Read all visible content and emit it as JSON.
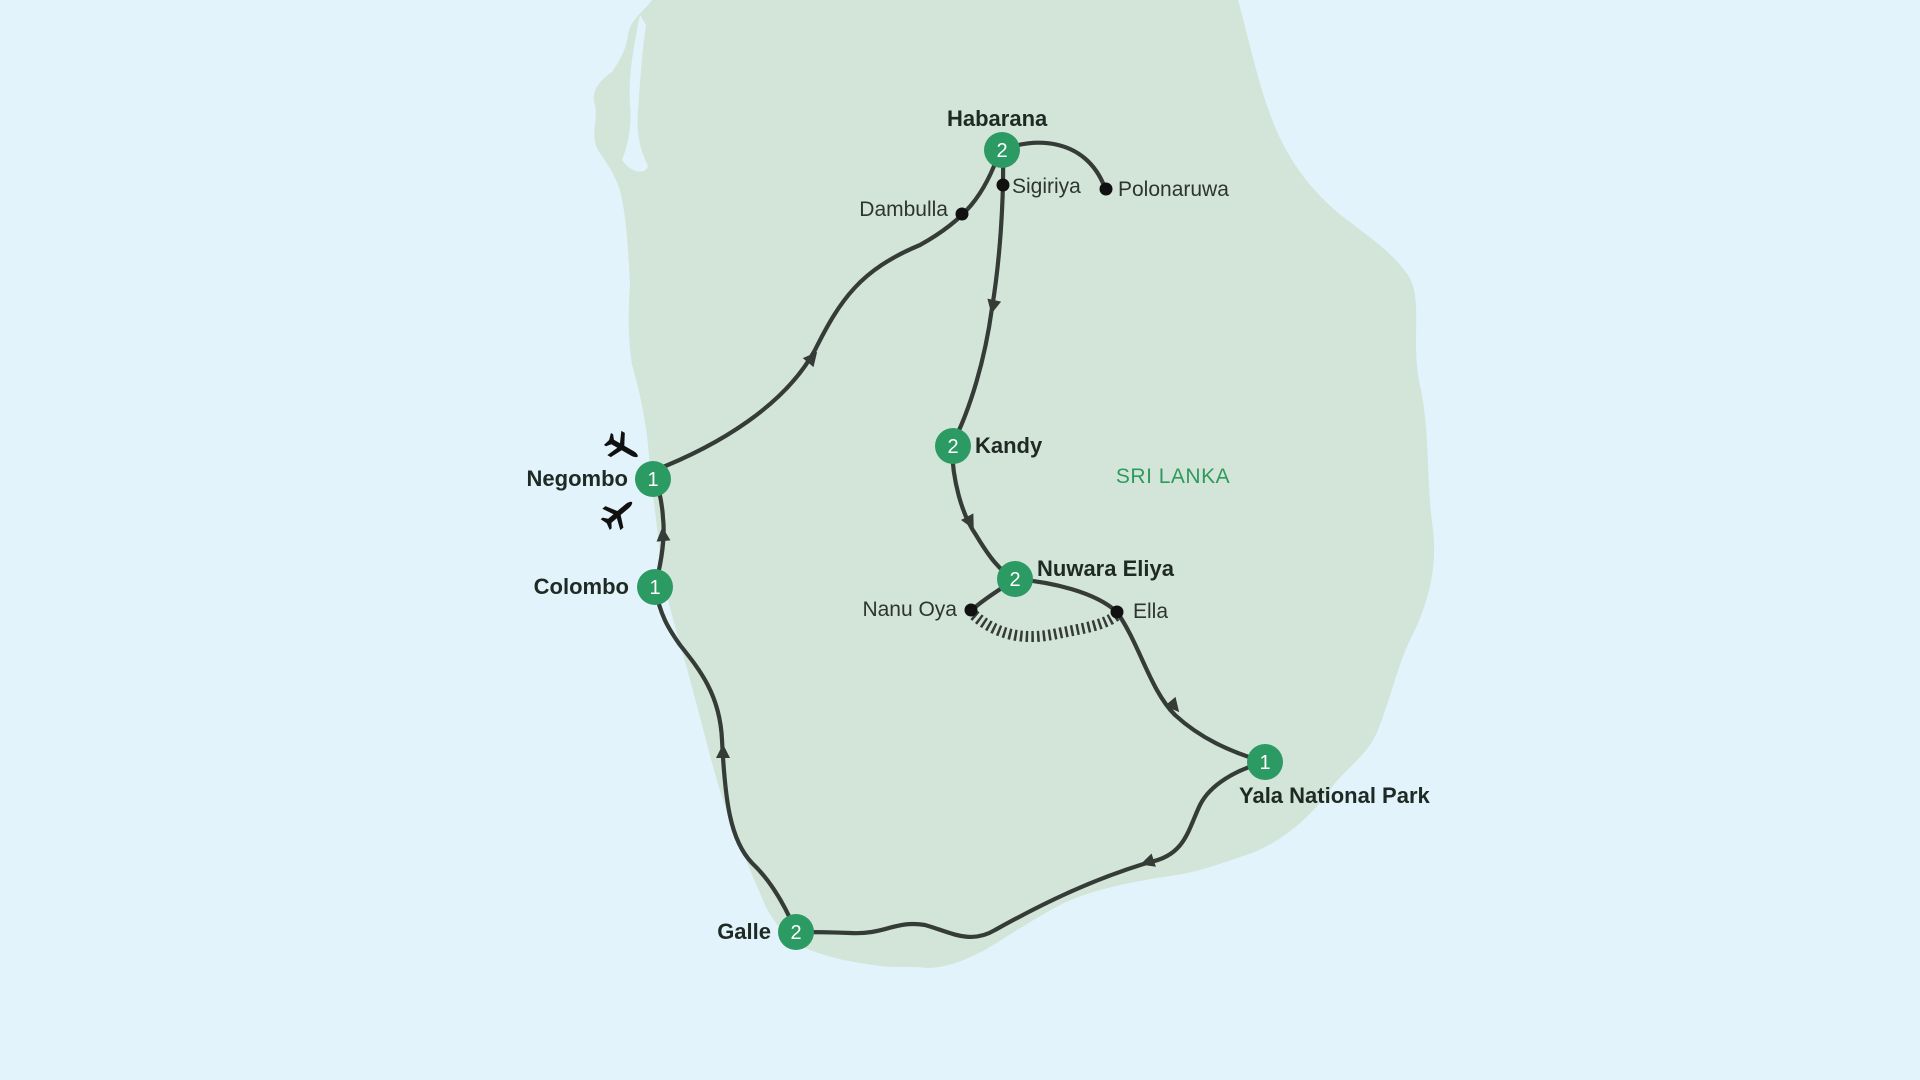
{
  "colors": {
    "sea": "#e3f3fc",
    "land": "#d3e5d8",
    "route": "#353b37",
    "stop": "#2c9a63",
    "country_text": "#2f9a5e",
    "point": "#111111"
  },
  "country_label": "SRI LANKA",
  "stops": {
    "habarana": {
      "name": "Habarana",
      "nights": "2"
    },
    "kandy": {
      "name": "Kandy",
      "nights": "2"
    },
    "nuwara_eliya": {
      "name": "Nuwara Eliya",
      "nights": "2"
    },
    "yala": {
      "name": "Yala National Park",
      "nights": "1"
    },
    "galle": {
      "name": "Galle",
      "nights": "2"
    },
    "colombo": {
      "name": "Colombo",
      "nights": "1"
    },
    "negombo": {
      "name": "Negombo",
      "nights": "1"
    }
  },
  "places": {
    "sigiriya": "Sigiriya",
    "polonaruwa": "Polonaruwa",
    "dambulla": "Dambulla",
    "nanu_oya": "Nanu Oya",
    "ella": "Ella"
  },
  "icons": {
    "arrival": "airplane-icon",
    "departure": "airplane-icon"
  }
}
